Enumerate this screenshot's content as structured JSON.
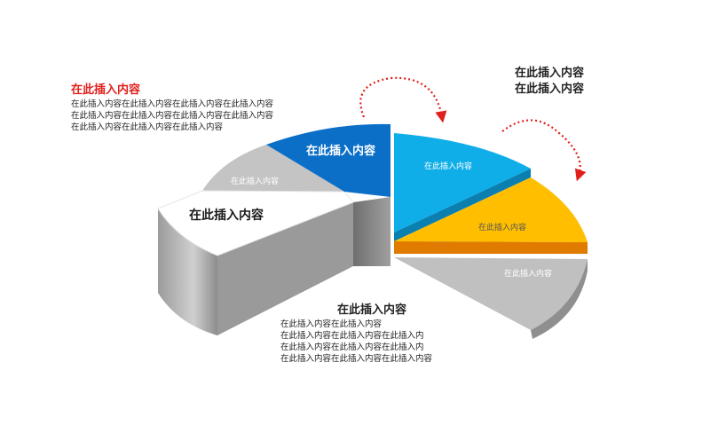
{
  "left_block": {
    "title": "在此插入内容",
    "lines": [
      "在此插入内容在此插入内容在此插入内容在此插入内容",
      "在此插入内容在此插入内容在此插入内容在此插入内容",
      "在此插入内容在此插入内容在此插入内容"
    ]
  },
  "right_block": {
    "lines": [
      "在此插入内容",
      "在此插入内容"
    ]
  },
  "bottom_block": {
    "title": "在此插入内容",
    "lines": [
      "在此插入内容在此插入内容",
      "在此插入内容在此插入内容在此插入内",
      "在此插入内容在此插入内容在此插入内",
      "在此插入内容在此插入内容在此插入内容"
    ]
  },
  "pie": {
    "slices": [
      {
        "id": "white",
        "label": "在此插入内容",
        "color": "#ffffff",
        "side": "#b3b3b3"
      },
      {
        "id": "light-gray-left",
        "label": "在此插入内容",
        "color": "#c4c4c4",
        "side": "#9a9a9a"
      },
      {
        "id": "dark-blue",
        "label": "在此插入内容",
        "color": "#0b6fc7",
        "side": "#08559a"
      },
      {
        "id": "light-blue",
        "label": "在此插入内容",
        "color": "#10aee8",
        "side": "#0b87b8"
      },
      {
        "id": "yellow",
        "label": "在此插入内容",
        "color": "#ffbf00",
        "side": "#e07b00"
      },
      {
        "id": "gray-right",
        "label": "在此插入内容",
        "color": "#c0c0c0",
        "side": "#9e9e9e"
      }
    ]
  },
  "colors": {
    "accent_red": "#e0201c",
    "arrow": "#e0201c"
  }
}
